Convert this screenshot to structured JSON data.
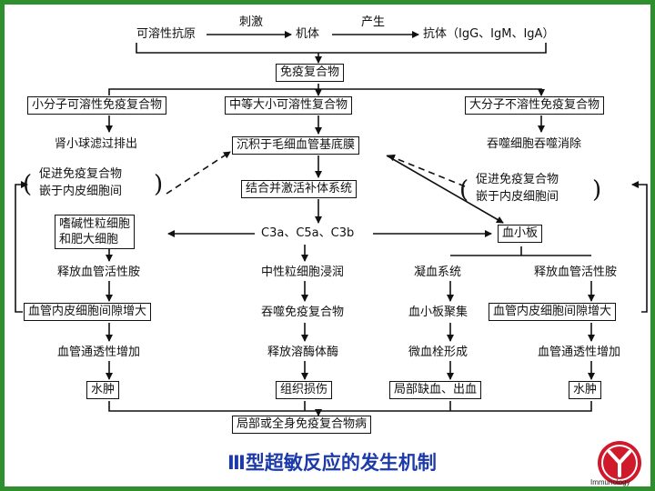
{
  "top": {
    "antigen": "可溶性抗原",
    "stimulus": "刺激",
    "body": "机体",
    "produce": "产生",
    "antibody": "抗体（IgG、IgM、IgA）"
  },
  "immune_complex": "免疫复合物",
  "branches": {
    "small": "小分子可溶性免疫复合物",
    "medium": "中等大小可溶性复合物",
    "large": "大分子不溶性免疫复合物"
  },
  "outcomes": {
    "small": "肾小球滤过排出",
    "deposit": "沉积于毛细血管基底膜",
    "large": "吞噬细胞吞噬消除"
  },
  "promote_left": [
    "促进免疫复合物",
    "嵌于内皮细胞间"
  ],
  "promote_right": [
    "促进免疫复合物",
    "嵌于内皮细胞间"
  ],
  "complement": "结合并激活补体系统",
  "c_products": "C3a、C5a、C3b",
  "basophil": [
    "嗜碱性粒细胞",
    "和肥大细胞"
  ],
  "platelet": "血小板",
  "col1": [
    "释放血管活性胺",
    "血管内皮细胞间隙增大",
    "血管通透性增加",
    "水肿"
  ],
  "col2": [
    "中性粒细胞浸润",
    "吞噬免疫复合物",
    "释放溶酶体酶",
    "组织损伤"
  ],
  "col3": [
    "凝血系统",
    "血小板聚集",
    "微血栓形成",
    "局部缺血、出血"
  ],
  "col4": [
    "释放血管活性胺",
    "血管内皮细胞间隙增大",
    "血管通透性增加",
    "水肿"
  ],
  "disease": "局部或全身免疫复合物病",
  "title": "Ⅲ型超敏反应的发生机制",
  "logo_text": "Immunology",
  "colors": {
    "border": "#2f8f2f",
    "title": "#1c3aa8",
    "logo": "#d0192b"
  }
}
